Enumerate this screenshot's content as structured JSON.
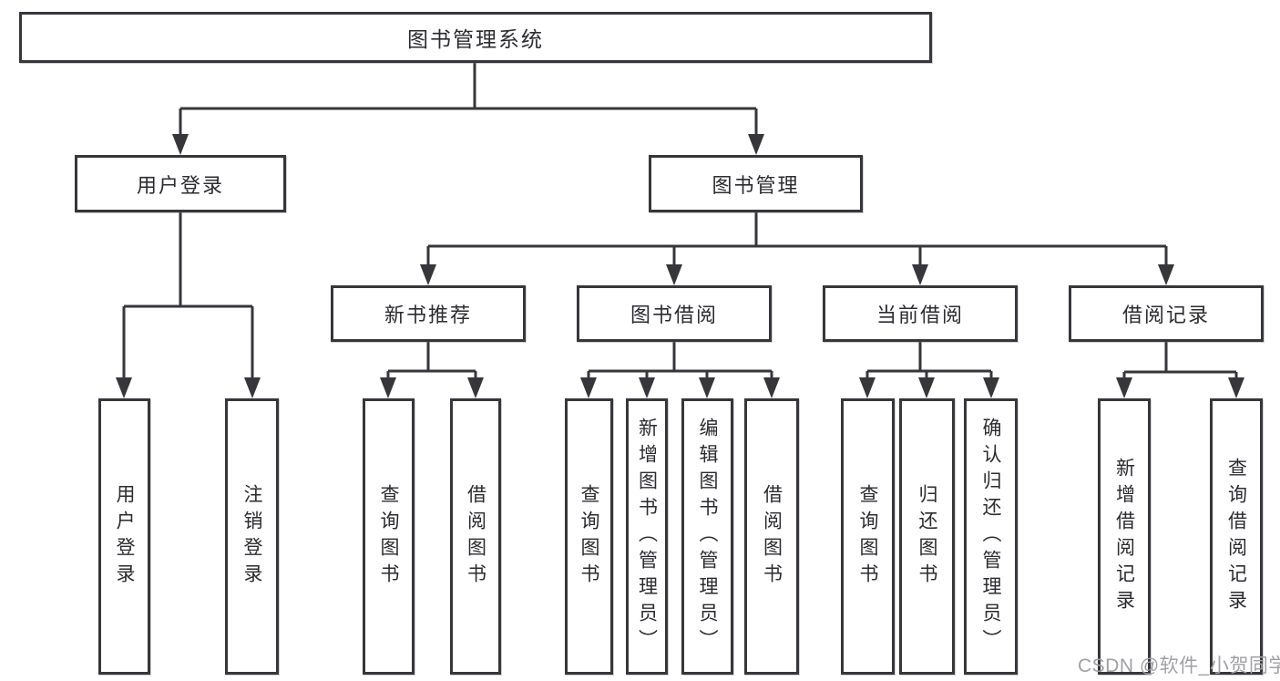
{
  "diagram": {
    "root": {
      "label": "图书管理系统"
    },
    "level2": [
      {
        "label": "用户登录"
      },
      {
        "label": "图书管理"
      }
    ],
    "level3": [
      {
        "label": "新书推荐"
      },
      {
        "label": "图书借阅"
      },
      {
        "label": "当前借阅"
      },
      {
        "label": "借阅记录"
      }
    ],
    "leaves": [
      {
        "label": "用户登录"
      },
      {
        "label": "注销登录"
      },
      {
        "label": "查询图书"
      },
      {
        "label": "借阅图书"
      },
      {
        "label": "查询图书"
      },
      {
        "label": "新增图书（管理员）"
      },
      {
        "label": "编辑图书（管理员）"
      },
      {
        "label": "借阅图书"
      },
      {
        "label": "查询图书"
      },
      {
        "label": "归还图书"
      },
      {
        "label": "确认归还（管理员）"
      },
      {
        "label": "新增借阅记录"
      },
      {
        "label": "查询借阅记录"
      }
    ]
  },
  "watermark": {
    "text": "CSDN @软件_小贺同学",
    "color": "#a0a0a5"
  },
  "colors": {
    "line": "#36363b",
    "text": "#2b2b30",
    "background": "#ffffff"
  }
}
